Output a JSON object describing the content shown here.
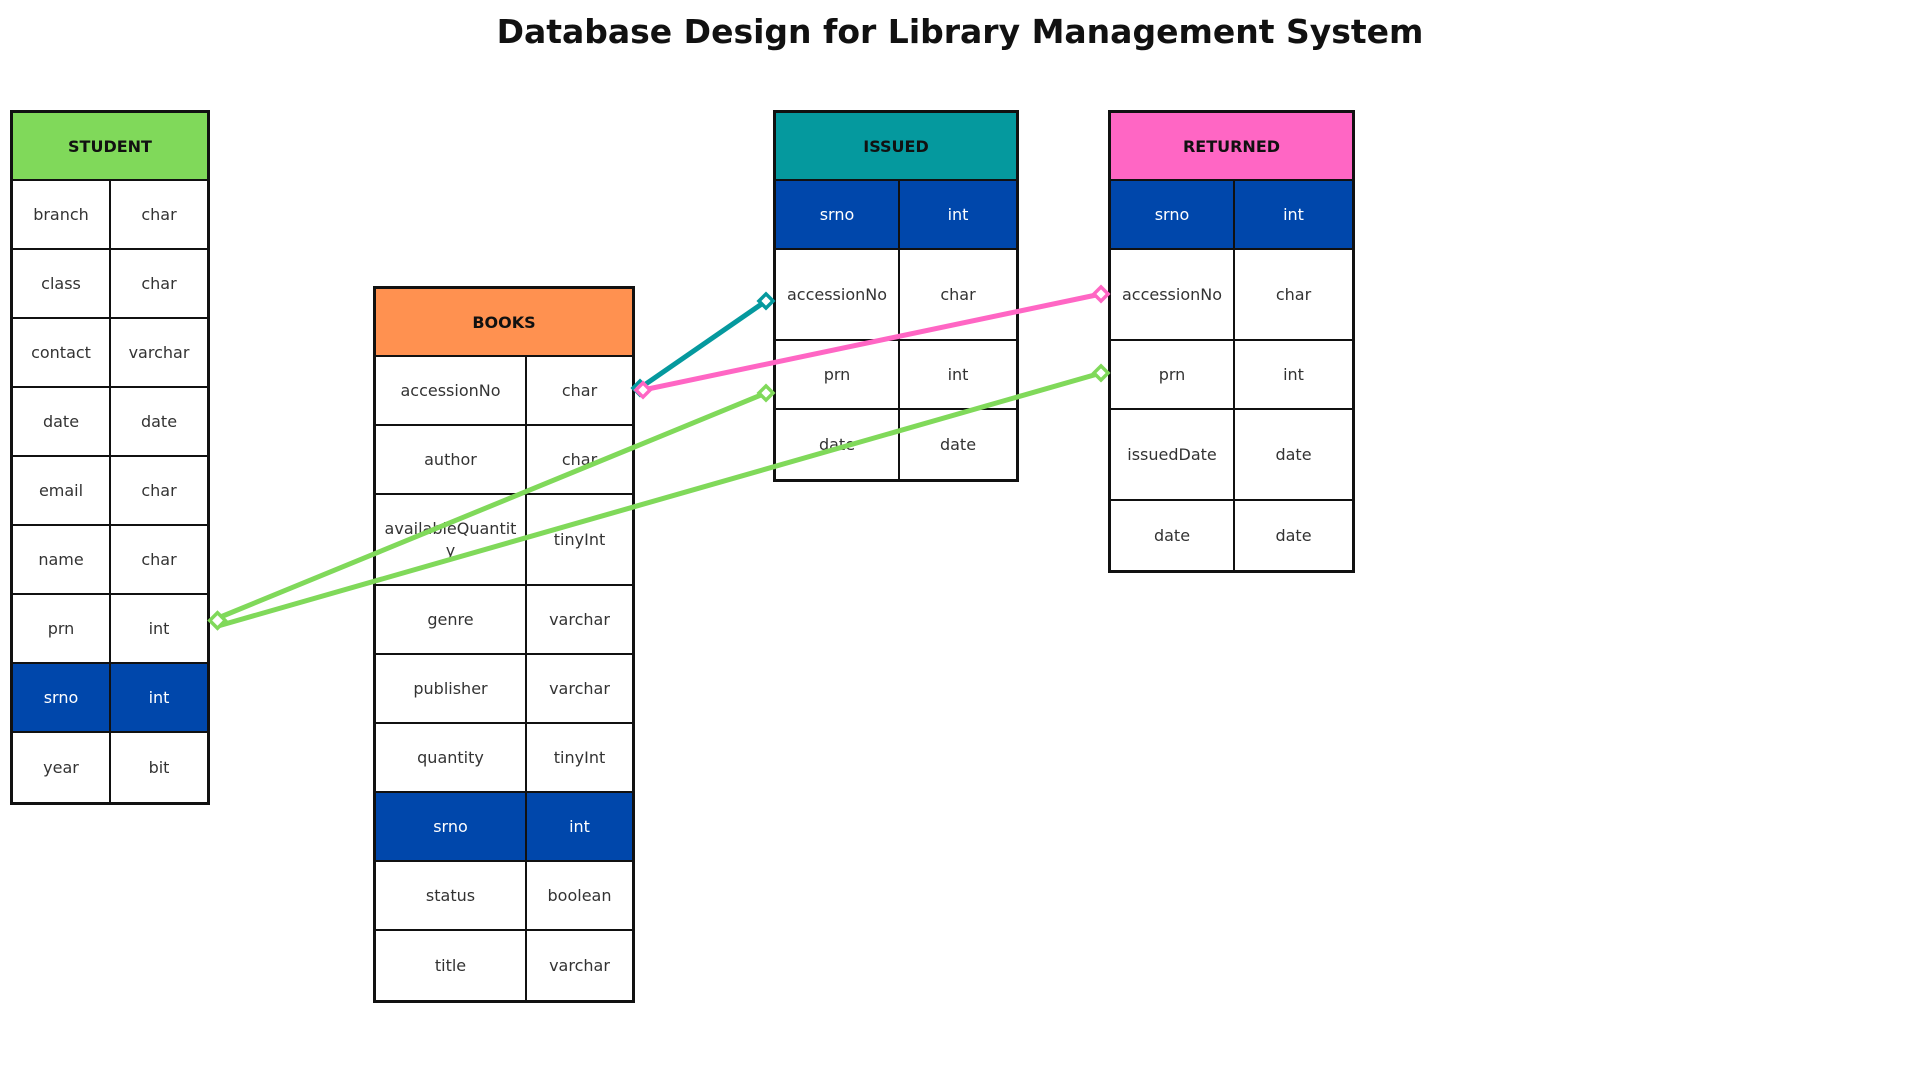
{
  "title": "Database Design for Library Management System",
  "colors": {
    "student_header": "#80d95a",
    "books_header": "#ff9150",
    "issued_header": "#05999e",
    "returned_header": "#ff66c4",
    "primary_key_row": "#0047ab"
  },
  "tables": {
    "student": {
      "name": "STUDENT",
      "rows": [
        {
          "field": "branch",
          "type": "char"
        },
        {
          "field": "class",
          "type": "char"
        },
        {
          "field": "contact",
          "type": "varchar"
        },
        {
          "field": "date",
          "type": "date"
        },
        {
          "field": "email",
          "type": "char"
        },
        {
          "field": "name",
          "type": "char"
        },
        {
          "field": "prn",
          "type": "int"
        },
        {
          "field": "srno",
          "type": "int",
          "primary_key": true
        },
        {
          "field": "year",
          "type": "bit"
        }
      ]
    },
    "books": {
      "name": "BOOKS",
      "rows": [
        {
          "field": "accessionNo",
          "type": "char"
        },
        {
          "field": "author",
          "type": "char"
        },
        {
          "field": "availableQuantity",
          "type": "tinyInt"
        },
        {
          "field": "genre",
          "type": "varchar"
        },
        {
          "field": "publisher",
          "type": "varchar"
        },
        {
          "field": "quantity",
          "type": "tinyInt"
        },
        {
          "field": "srno",
          "type": "int",
          "primary_key": true
        },
        {
          "field": "status",
          "type": "boolean"
        },
        {
          "field": "title",
          "type": "varchar"
        }
      ]
    },
    "issued": {
      "name": "ISSUED",
      "rows": [
        {
          "field": "srno",
          "type": "int",
          "primary_key": true
        },
        {
          "field": "accessionNo",
          "type": "char"
        },
        {
          "field": "prn",
          "type": "int"
        },
        {
          "field": "date",
          "type": "date"
        }
      ]
    },
    "returned": {
      "name": "RETURNED",
      "rows": [
        {
          "field": "srno",
          "type": "int",
          "primary_key": true
        },
        {
          "field": "accessionNo",
          "type": "char"
        },
        {
          "field": "prn",
          "type": "int"
        },
        {
          "field": "issuedDate",
          "type": "date"
        },
        {
          "field": "date",
          "type": "date"
        }
      ]
    }
  },
  "relationships": [
    {
      "from": "books.accessionNo",
      "to": "issued.accessionNo",
      "color": "#05999e"
    },
    {
      "from": "books.accessionNo",
      "to": "returned.accessionNo",
      "color": "#ff66c4"
    },
    {
      "from": "student.prn",
      "to": "issued.prn",
      "color": "#80d95a"
    },
    {
      "from": "student.prn",
      "to": "returned.prn",
      "color": "#80d95a"
    }
  ]
}
